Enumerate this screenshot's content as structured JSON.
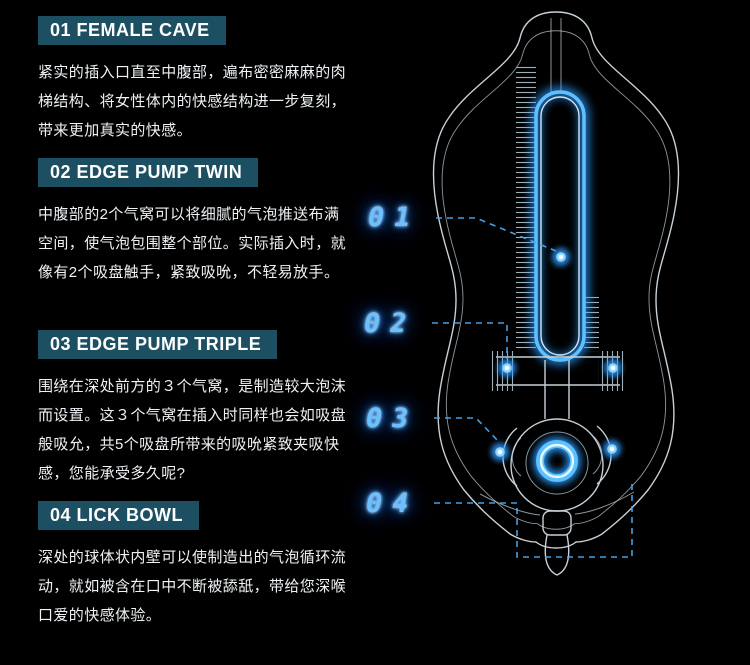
{
  "page": {
    "colors": {
      "background": "#000000",
      "header_bar": "#1d4f63",
      "text": "#eef2f4",
      "accent_blue": "#2f9bff",
      "line_gray": "#c7d1d7"
    }
  },
  "sections": [
    {
      "title": "01 FEMALE CAVE",
      "body": "紧实的插入口直至中腹部，遍布密密麻麻的肉梯结构、将女性体内的快感结构进一步复刻，带来更加真实的快感。"
    },
    {
      "title": "02 EDGE PUMP TWIN",
      "body": "中腹部的2个气窝可以将细腻的气泡推送布满空间，使气泡包围整个部位。实际插入时，就像有2个吸盘触手，紧致吸吮，不轻易放手。"
    },
    {
      "title": "03 EDGE PUMP TRIPLE",
      "body": "围绕在深处前方的３个气窝，是制造较大泡沫而设置。这３个气窝在插入时同样也会如吸盘般吸允，共5个吸盘所带来的吸吮紧致夹吸快感，您能承受多久呢?"
    },
    {
      "title": "04 LICK BOWL",
      "body": "深处的球体状内壁可以使制造出的气泡循环流动，就如被含在口中不断被舔舐，带给您深喉口爱的快感体验。"
    }
  ],
  "diagram": {
    "callouts": [
      {
        "label": "01"
      },
      {
        "label": "02"
      },
      {
        "label": "03"
      },
      {
        "label": "04"
      }
    ]
  }
}
